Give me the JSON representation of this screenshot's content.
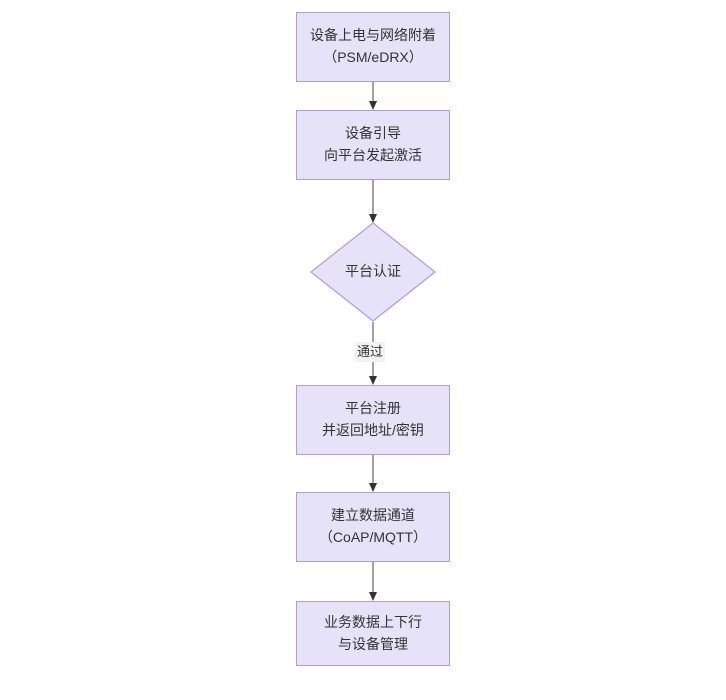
{
  "diagram": {
    "type": "flowchart",
    "orientation": "top-to-bottom",
    "background_color": "#ffffff",
    "node_fill_color": "#e6e2f8",
    "node_border_color": "#b29ae0",
    "edge_color": "#555555",
    "text_color": "#333333",
    "nodes": [
      {
        "id": "n1",
        "shape": "rectangle",
        "line1": "设备上电与网络附着",
        "line2": "（PSM/eDRX）"
      },
      {
        "id": "n2",
        "shape": "rectangle",
        "line1": "设备引导",
        "line2": "向平台发起激活"
      },
      {
        "id": "n3",
        "shape": "diamond",
        "line1": "平台认证",
        "line2": ""
      },
      {
        "id": "n4",
        "shape": "rectangle",
        "line1": "平台注册",
        "line2": "并返回地址/密钥"
      },
      {
        "id": "n5",
        "shape": "rectangle",
        "line1": "建立数据通道",
        "line2": "（CoAP/MQTT）"
      },
      {
        "id": "n6",
        "shape": "rectangle",
        "line1": "业务数据上下行",
        "line2": "与设备管理"
      }
    ],
    "edges": [
      {
        "id": "e1",
        "from": "n1",
        "to": "n2",
        "label": ""
      },
      {
        "id": "e2",
        "from": "n2",
        "to": "n3",
        "label": ""
      },
      {
        "id": "e3",
        "from": "n3",
        "to": "n4",
        "label": "通过"
      },
      {
        "id": "e4",
        "from": "n4",
        "to": "n5",
        "label": ""
      },
      {
        "id": "e5",
        "from": "n5",
        "to": "n6",
        "label": ""
      }
    ]
  }
}
